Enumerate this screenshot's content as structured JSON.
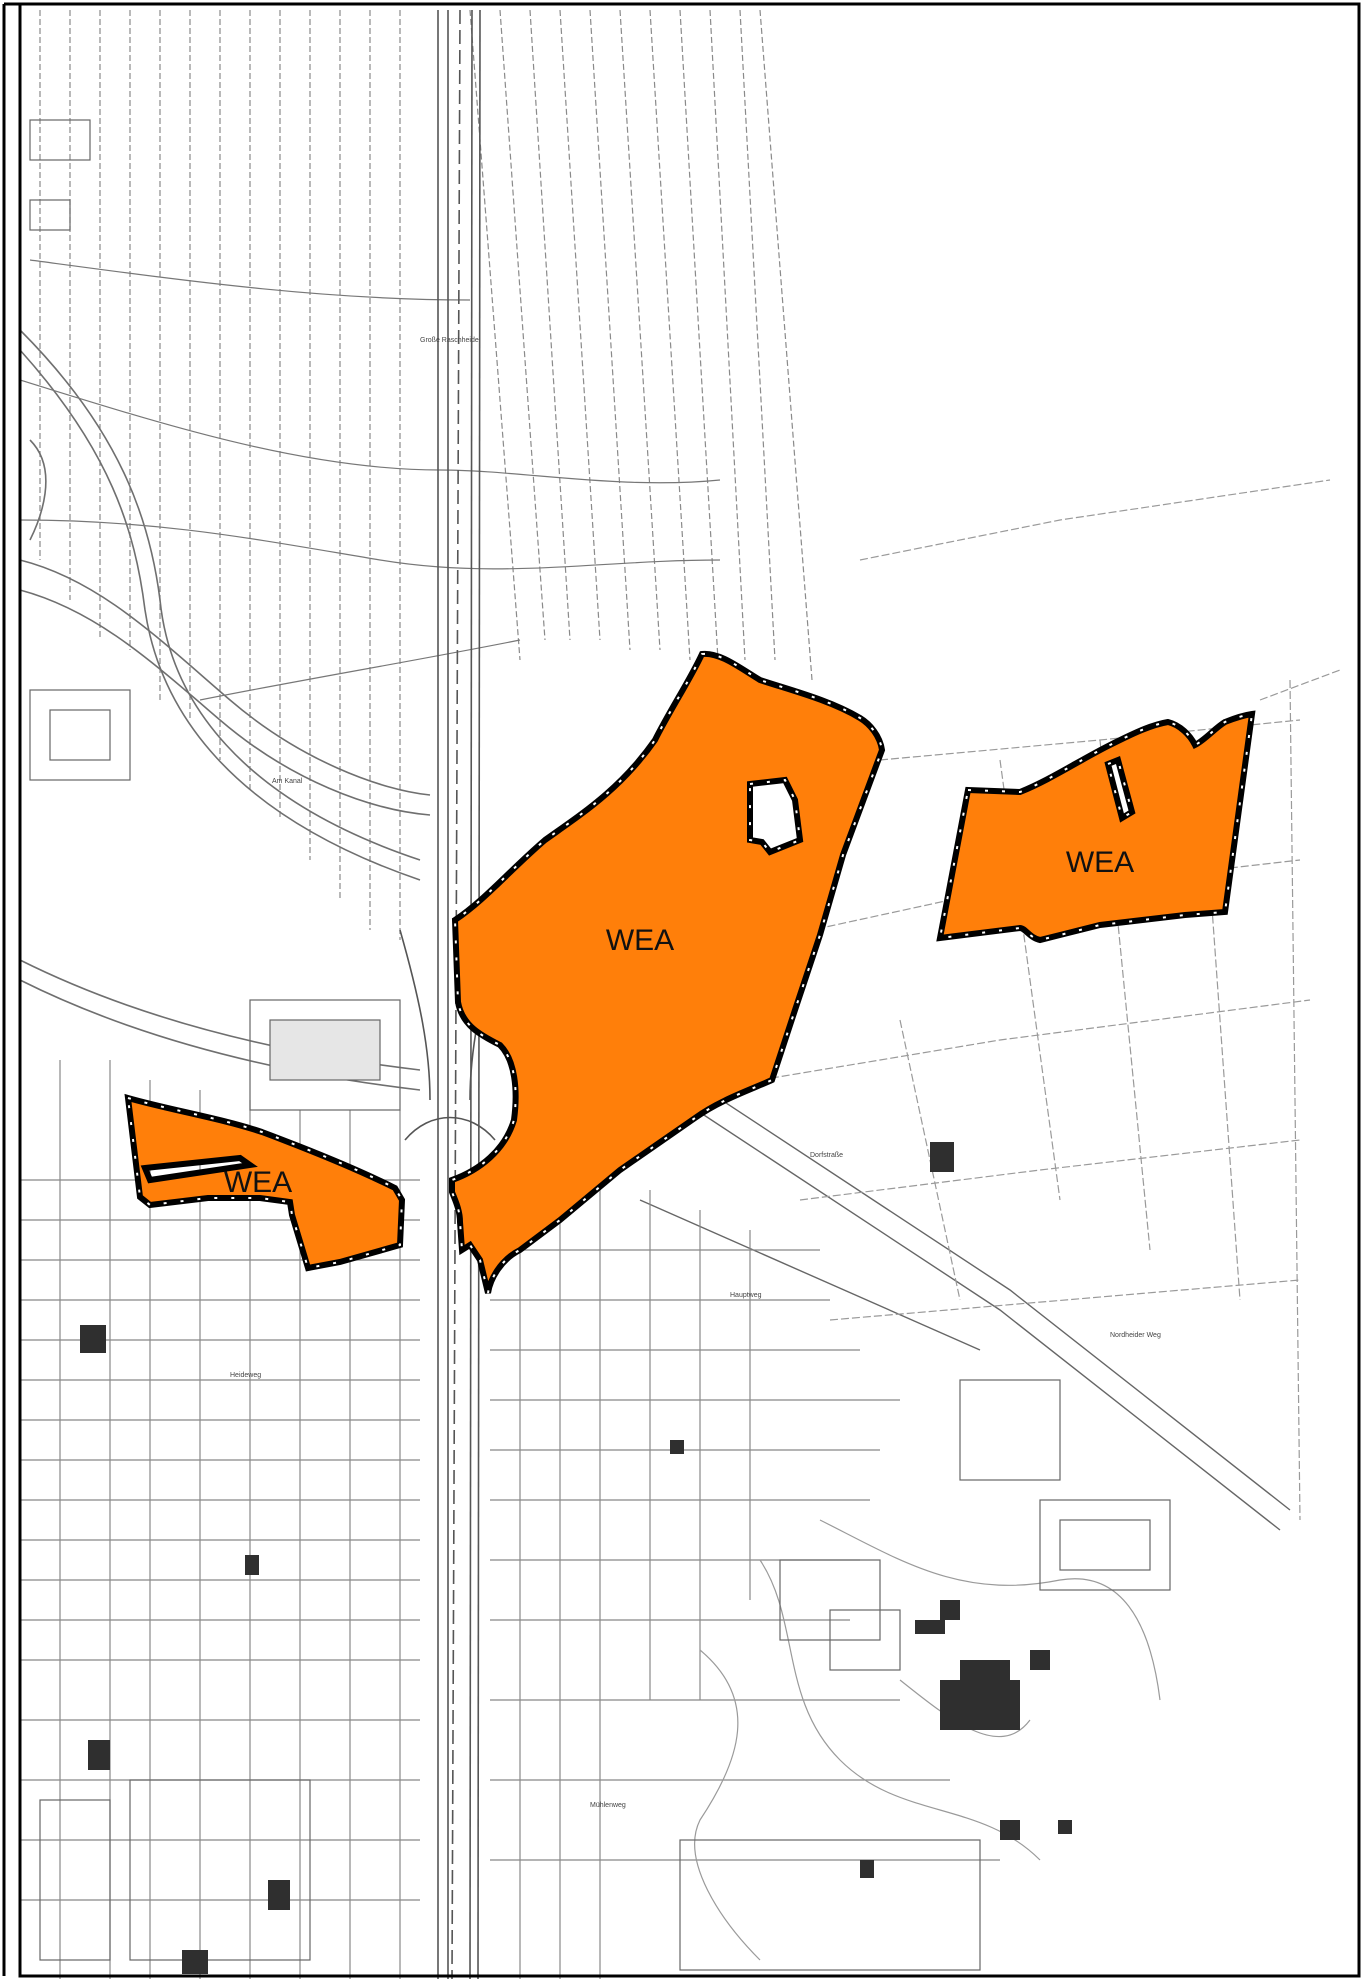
{
  "map": {
    "colors": {
      "zone_fill": "#ff7f0a",
      "zone_outline": "#000000",
      "zone_dash": "#ffffff",
      "base_lines": "#7a7a7a",
      "buildings": "#2f2f2f",
      "frame": "#000000"
    },
    "zones": [
      {
        "id": "west",
        "label": "WEA"
      },
      {
        "id": "center",
        "label": "WEA"
      },
      {
        "id": "east",
        "label": "WEA"
      }
    ]
  }
}
